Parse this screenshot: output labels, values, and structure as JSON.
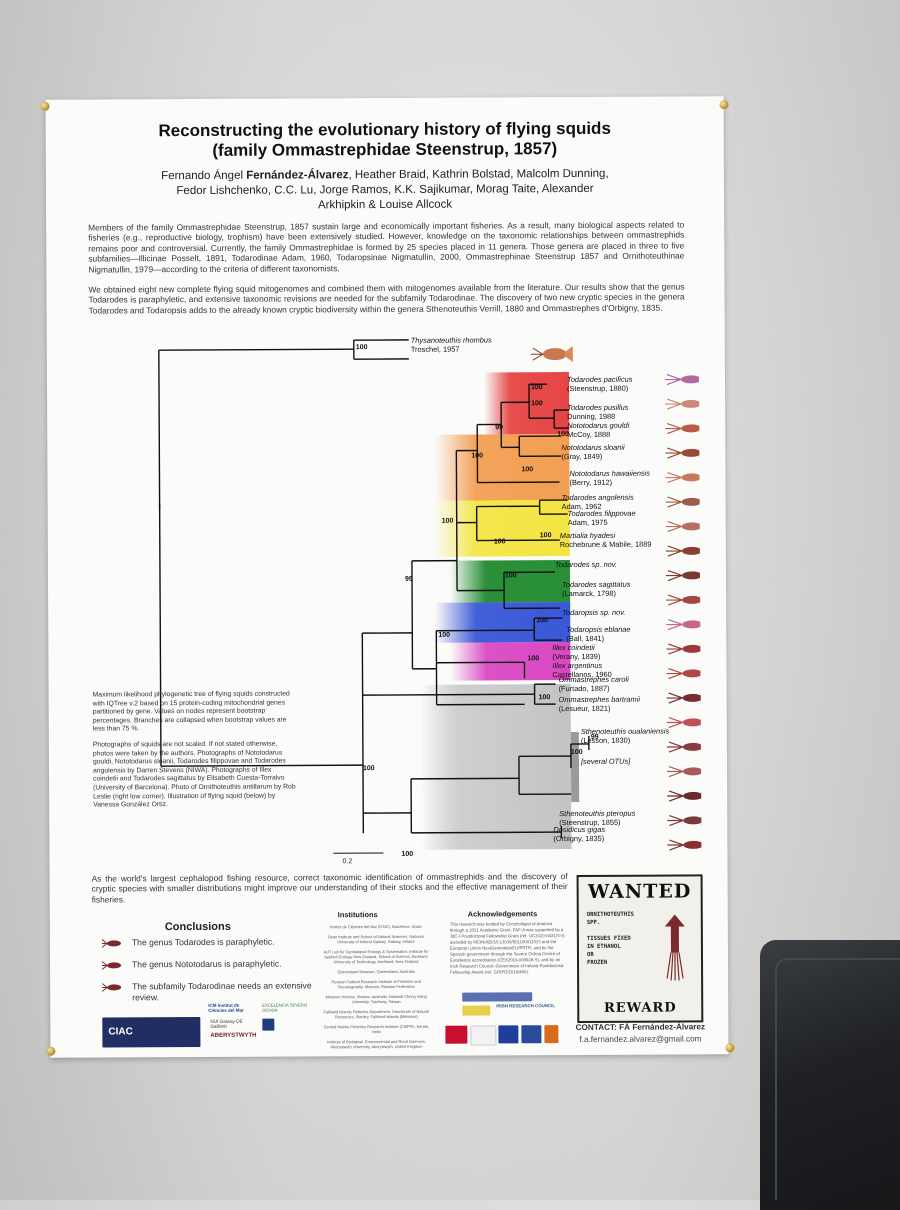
{
  "poster": {
    "title_line1": "Reconstructing the evolutionary history of flying squids",
    "title_line2": "(family Ommastrephidae Steenstrup, 1857)",
    "authors_line1_pre": "Fernando Ángel ",
    "authors_line1_bold": "Fernández-Álvarez",
    "authors_line1_post": ", Heather Braid, Kathrin Bolstad, Malcolm Dunning,",
    "authors_line2": "Fedor Lishchenko, C.C. Lu, Jorge Ramos, K.K. Sajikumar, Morag Taite, Alexander",
    "authors_line3": "Arkhipkin & Louise Allcock",
    "intro_paragraph": "Members of the family Ommastrephidae Steenstrup, 1857 sustain large and economically important fisheries. As a result, many biological aspects related to fisheries (e.g., reproductive biology, trophism) have been extensively studied. However, knowledge on the taxonomic relationships between ommastrephids remains poor and controversial. Currently, the family Ommastrephidae is formed by 25 species placed in 11 genera. Those genera are placed in three to five subfamilies—Illicinae Posselt, 1891, Todarodinae Adam, 1960, Todaropsinae Nigmatullin, 2000, Ommastrephinae Steenstrup 1857 and Ornithoteuthinae Nigmatullin, 1979—according to the criteria of different taxonomists.",
    "results_paragraph": "We obtained eight new complete flying squid mitogenomes and combined them with mitogenomes available from the literature. Our results show that the genus Todarodes is paraphyletic, and extensive taxonomic revisions are needed for the subfamily Todarodinae. The discovery of two new cryptic species in the genera Todarodes and Todaropsis adds to the already known cryptic biodiversity within the genera Sthenoteuthis Verrill, 1880 and Ommastrephes d'Orbigny, 1835.",
    "caption_1": "Maximum likelihood phylogenetic tree of flying squids constructed with IQTree v.2 based on 15 protein-coding mitochondrial genes partitioned by gene. Values on nodes represent bootstrap percentages. Branches are collapsed when bootstrap values are less than 75 %.",
    "caption_2": "Photographs of squids are not scaled. If not stated otherwise, photos were taken by the authors. Photographs of Nototodarus gouldi, Nototodarus sloanii, Todarodes filippovae and Todarodes angolensis by Darren Stevens (NIWA). Photographs of Illex coindetii and Todarodes sagittatus by Elisabeth Cuesta-Torralvo (University of Barcelona). Photo of Ornithoteuthis antillarum by Rob Leslie (right low corner). Illustration of flying squid (below) by Vanessa González Ortiz.",
    "bottom_paragraph": "As the world's largest cephalopod fishing resource, correct taxonomic identification of ommastrephids and the discovery of cryptic species with smaller distributions might improve our understanding of their stocks and the effective management of their fisheries.",
    "conclusions_title": "Conclusions",
    "conclusions": [
      "The genus Todarodes is paraphyletic.",
      "The genus Nototodarus is paraphyletic.",
      "The subfamily Todarodinae needs an extensive review."
    ],
    "institutions_title": "Institutions",
    "institutions": [
      "Institut de Ciències del Mar (CSIC), Barcelona, Spain",
      "Ryan Institute and School of Natural Sciences, National University of Ireland Galway, Galway, Ireland",
      "AUT Lab for Cephalopod Ecology & Systematics, Institute for Applied Ecology New Zealand, School of Science, Auckland University of Technology, Auckland, New Zealand",
      "Queensland Museum, Queensland, Australia",
      "Russian Federal Research Institute of Fisheries and Oceanography, Moscow, Russian Federation",
      "Museum Victoria, Victoria, Australia; National Chung Hsing University, Taichung, Taiwan",
      "Falkland Islands Fisheries Department, Directorate of Natural Resources, Stanley, Falkland Islands (Malvinas)",
      "Central Marine Fisheries Research Institute (CMFRI), Kerala, India",
      "Institute of Biological, Environmental and Rural Sciences, Aberystwyth University, Aberystwyth, United Kingdom"
    ],
    "acknowledgements_title": "Acknowledgements",
    "acknowledgements": "This research was funded by Conchologist of America through a 2021 Academic Grant. FAF-A was supported by a JdC-I Postdoctoral Fellowship Grant (ref. IJC2020-043170-I) awarded by MCIN/AEI/10.13039/501100011033 and the European Union NextGenerationEU/PRTR, and by the Spanish government through the Severo Ochoa Centre of Excellence accreditation (CEX2019-000928-S), and by an Irish Research Council–Government of Ireland Postdoctoral Fellowship Award (ref. GOIPD/2019/460).",
    "wanted_title": "WANTED",
    "wanted_lines": [
      "ORNITHOTEUTHIS",
      "SPP.",
      "",
      "TISSUES FIXED",
      "IN ETHANOL",
      "OR",
      "FROZEN"
    ],
    "reward": "REWARD",
    "contact": "CONTACT: FÁ Fernández-Álvarez",
    "email": "f.a.fernandez.alvarez@gmail.com",
    "logo_ciac": "CIAC",
    "logo_icm": "ICM Institut de Ciències del Mar",
    "logo_severo": "EXCELENCIA SEVERO OCHOA",
    "logo_nuig": "NUI Galway OÉ Gaillimh",
    "logo_aber": "ABERYSTWYTH",
    "logo_irc": "IRISH RESEARCH COUNCIL"
  },
  "tree": {
    "taxa": [
      {
        "name": "Thysanoteuthis rhombus",
        "author": "Troschel, 1957"
      },
      {
        "name": "Todarodes pacificus",
        "author": "(Steenstrup, 1880)"
      },
      {
        "name": "Todarodes pusillus",
        "author": "Dunning, 1988"
      },
      {
        "name": "Nototodarus gouldi",
        "author": "McCoy, 1888"
      },
      {
        "name": "Nototodarus sloanii",
        "author": "(Gray, 1849)"
      },
      {
        "name": "Nototodarus hawaiiensis",
        "author": "(Berry, 1912)"
      },
      {
        "name": "Todarodes angolensis",
        "author": "Adam, 1962"
      },
      {
        "name": "Todarodes filippovae",
        "author": "Adam, 1975"
      },
      {
        "name": "Martialia hyadesi",
        "author": "Rochebrune & Mabile, 1889"
      },
      {
        "name": "Todarodes sp. nov.",
        "author": ""
      },
      {
        "name": "Todarodes sagittatus",
        "author": "(Lamarck, 1798)"
      },
      {
        "name": "Todaropsis sp. nov.",
        "author": ""
      },
      {
        "name": "Todaropsis eblanae",
        "author": "(Ball, 1841)"
      },
      {
        "name": "Illex coindetii",
        "author": "(Verany, 1839)"
      },
      {
        "name": "Illex argentinus",
        "author": "Castellanos, 1960"
      },
      {
        "name": "Ommastrephes caroli",
        "author": "(Furtado, 1887)"
      },
      {
        "name": "Ommastrephes bartramii",
        "author": "(Lesueur, 1821)"
      },
      {
        "name": "Sthenoteuthis oualaniensis",
        "author": "(Lesson, 1830)"
      },
      {
        "name": "[several OTUs]",
        "author": ""
      },
      {
        "name": "Sthenoteuthis pteropus",
        "author": "(Steenstrup, 1855)"
      },
      {
        "name": "Dosidicus gigas",
        "author": "(Orbigny, 1835)"
      }
    ],
    "bootstrap_labels": [
      "100",
      "100",
      "100",
      "100",
      "99",
      "100",
      "100",
      "100",
      "100",
      "100",
      "99",
      "100",
      "100",
      "100",
      "100",
      "100",
      "99",
      "100",
      "100",
      "100"
    ],
    "scale_label": "0.2"
  }
}
